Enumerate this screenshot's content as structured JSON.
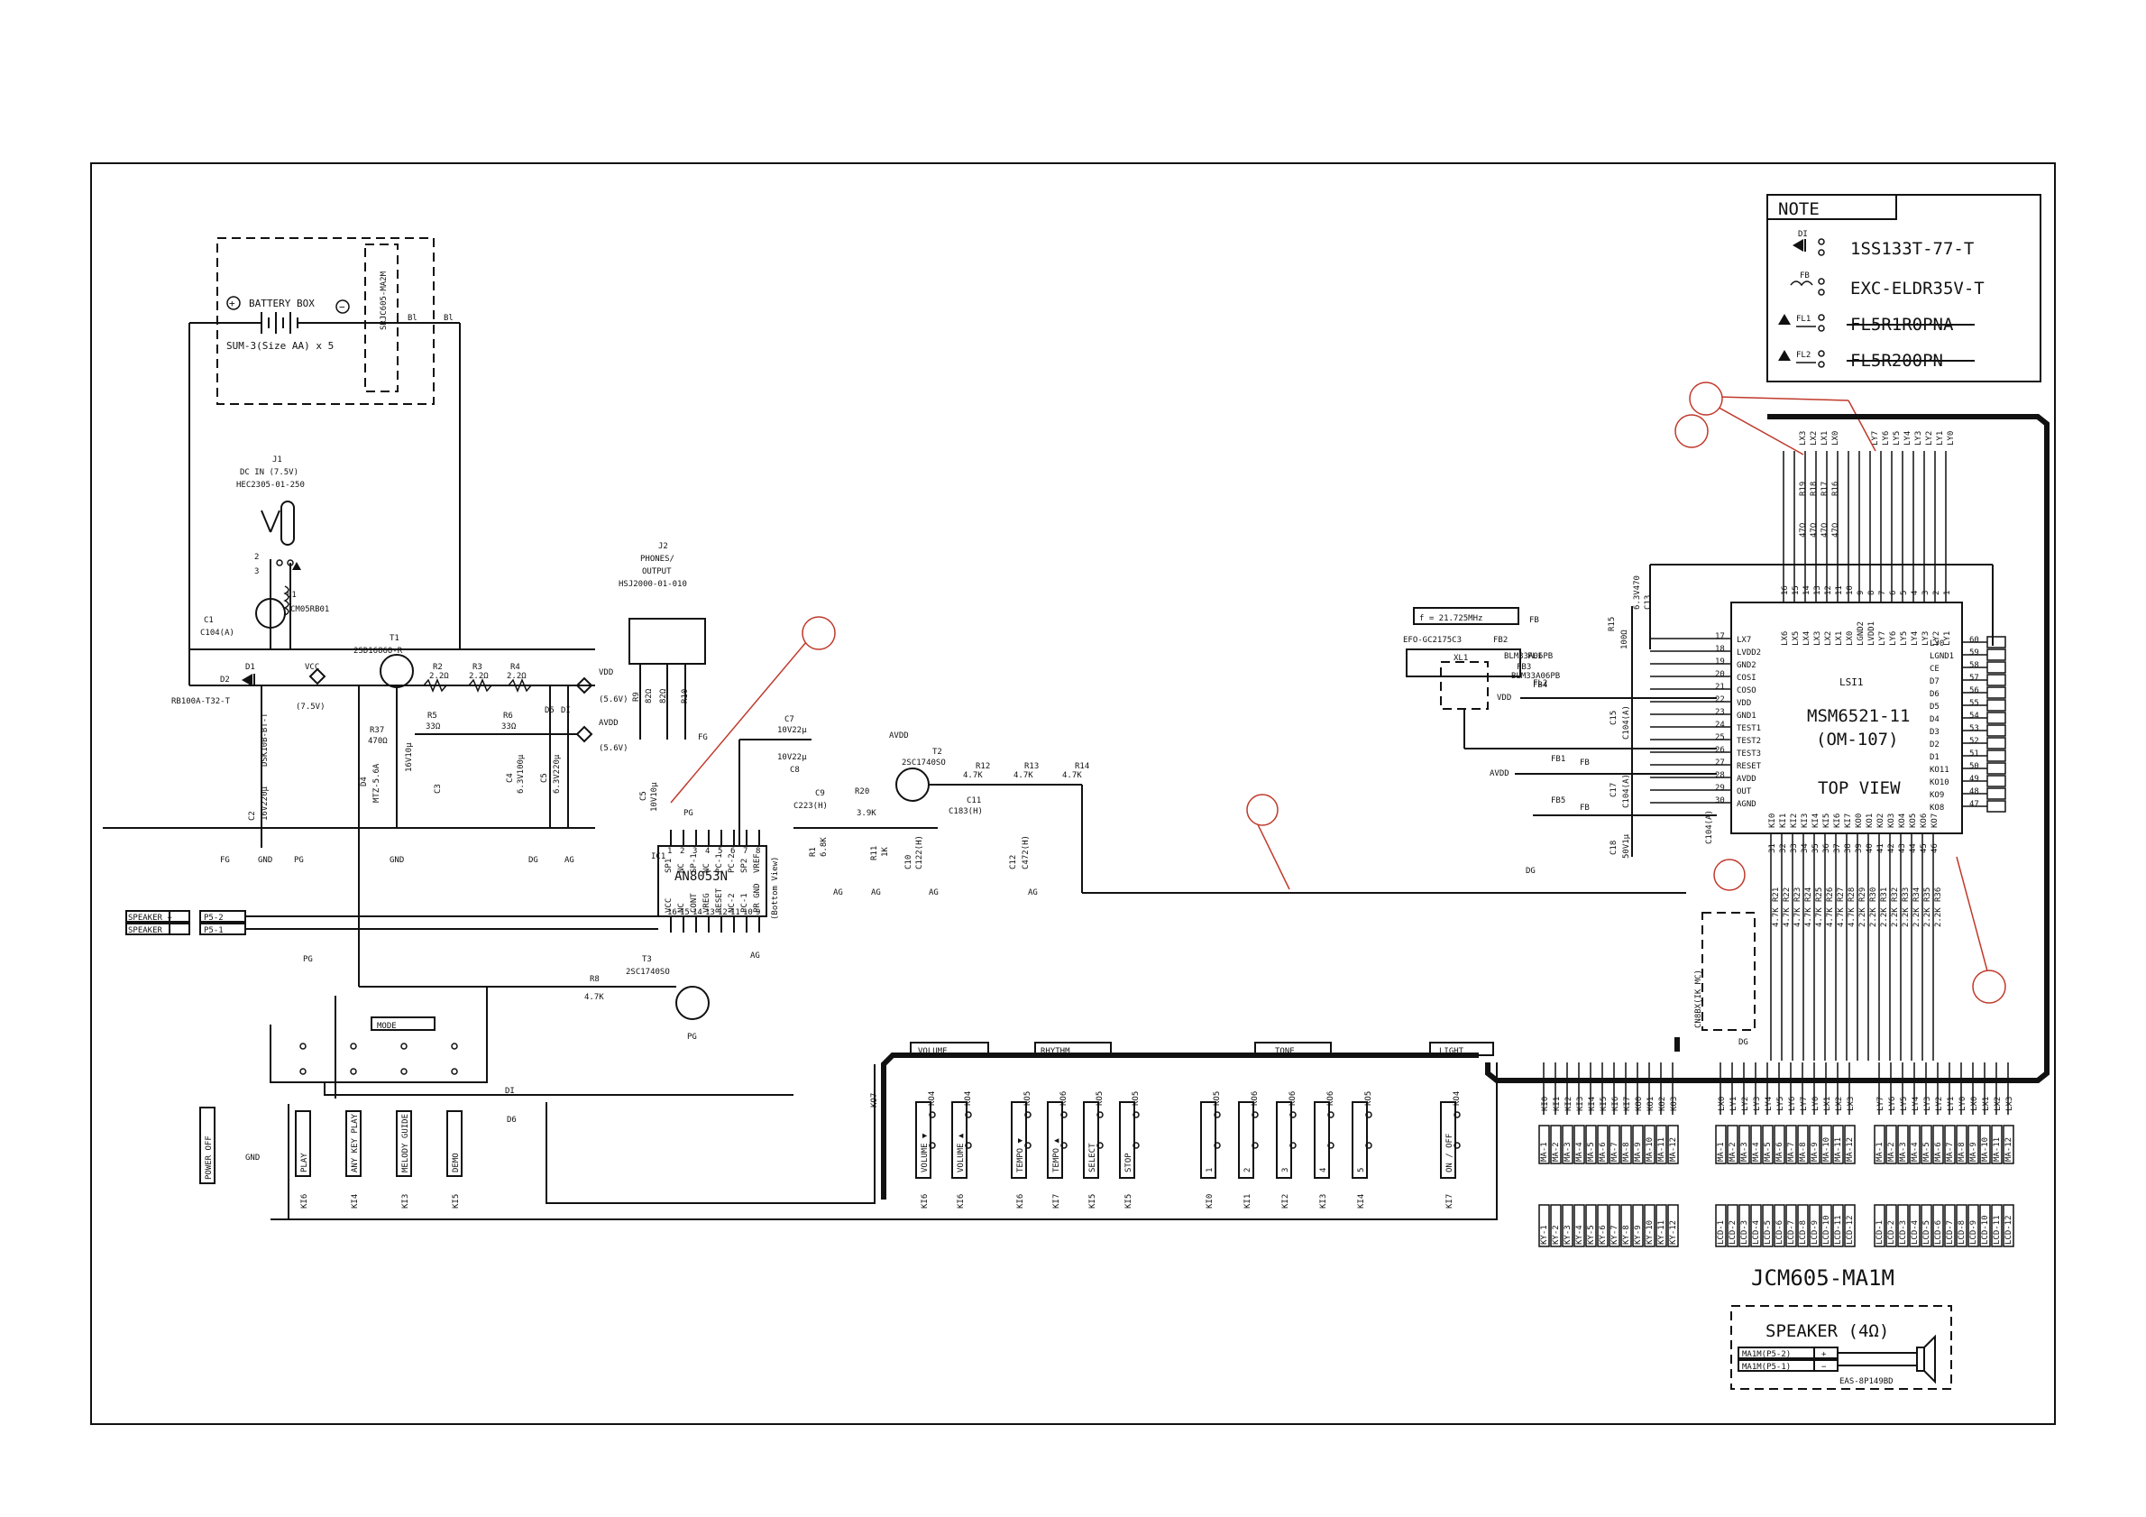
{
  "note": {
    "title": "NOTE",
    "items": [
      {
        "ref": "DI",
        "part": "1SS133T-77-T",
        "struck": false
      },
      {
        "ref": "FB",
        "part": "EXC-ELDR35V-T",
        "struck": false
      },
      {
        "ref": "FL1",
        "part": "FL5R1R0PNA",
        "struck": true
      },
      {
        "ref": "FL2",
        "part": "FL5R200PN",
        "struck": true
      }
    ]
  },
  "battery": {
    "label": "BATTERY BOX",
    "cells": "SUM-3(Size AA) x 5",
    "connector": "SRJC605-MA2M",
    "bl": "Bl"
  },
  "jack_dc": {
    "ref": "J1",
    "name": "DC IN (7.5V)",
    "part": "HEC2305-01-250"
  },
  "coil": {
    "ref": "L1",
    "part": "CM05RB01"
  },
  "jack_phones": {
    "ref": "J2",
    "line1": "PHONES/",
    "line2": "OUTPUT",
    "part": "HSJ2000-01-010"
  },
  "power_section": {
    "c1": "C1",
    "c1_val": "C104(A)",
    "d1": "D1",
    "d2": "D2",
    "diode_part": "RB100A-T32-T",
    "vcc": "VCC",
    "vcc_val": "(7.5V)",
    "t1": "T1",
    "t1_part": "2SD1686O-R",
    "r37": "R37",
    "r37_val": "470Ω",
    "d4": "D4",
    "d4_part": "MTZ-5.6A",
    "c2": "C2",
    "c2_val": "16V220μ",
    "d3_part": "DSK10B-BT-T",
    "c3": "C3",
    "c3_val": "16V10μ",
    "r2": "R2",
    "r3": "R3",
    "r4": "R4",
    "r_val": "2.2Ω",
    "r5": "R5",
    "r6": "R6",
    "r56_val": "33Ω",
    "c4": "C4",
    "c4_val": "6.3V100μ",
    "c5": "C5",
    "c5_val": "6.3V220μ",
    "d5": "D5",
    "d1b": "DI",
    "vdd": "VDD",
    "vdd_val": "(5.6V)",
    "avdd": "AVDD",
    "avdd_val": "(5.6V)"
  },
  "grounds": {
    "fg": "FG",
    "gnd": "GND",
    "pg": "PG",
    "dg": "DG",
    "ag": "AG"
  },
  "amp": {
    "ref": "IC1",
    "part": "AN8053N",
    "view": "(Bottom View)",
    "pins_top": [
      "SP1",
      "NC",
      "SP-1",
      "NC",
      "PC-1",
      "PC-2",
      "SP2",
      "VREF"
    ],
    "pins_bottom": [
      "VCC",
      "NC",
      "CONT",
      "VREG",
      "RESET",
      "NC-2",
      "PC-1",
      "PR GND"
    ],
    "pins_top_num": [
      "1",
      "2",
      "3",
      "4",
      "5",
      "6",
      "7",
      "8"
    ],
    "pins_bottom_num": [
      "16",
      "15",
      "14",
      "13",
      "12",
      "11",
      "10",
      "9"
    ]
  },
  "audio_section": {
    "c5": "C5",
    "c5_val": "10V10μ",
    "c7": "C7",
    "c7_val": "10V22μ",
    "c8": "C8",
    "c8_val": "10V22μ",
    "c9": "C9",
    "c9_val": "C223(H)",
    "r20": "R20",
    "r20_val": "3.9K",
    "r1": "R1",
    "r1_val": "6.8K",
    "r11": "R11",
    "r11_val": "1K",
    "c10": "C10",
    "c10_val": "C122(H)",
    "t2": "T2",
    "t2_part": "2SC1740SO",
    "t2_supply": "AVDD",
    "c11": "C11",
    "c11_val": "C183(H)",
    "r12": "R12",
    "r13": "R13",
    "r14": "R14",
    "r_val": "4.7K",
    "c12": "C12",
    "c12_val": "C472(H)",
    "r9": "R9",
    "r9_val": "82Ω",
    "r10": "R10",
    "r10_val": "82Ω"
  },
  "speaker_conn": {
    "plus": "SPEAKER +",
    "minus": "SPEAKER -",
    "p1": "P5-2",
    "p2": "P5-1"
  },
  "driver": {
    "t3": "T3",
    "t3_part": "2SC1740SO",
    "r8": "R8",
    "r8_val": "4.7K"
  },
  "mcu": {
    "ref": "LSI1",
    "part": "MSM6521-11",
    "code": "(OM-107)",
    "view": "TOP VIEW",
    "left_pins": [
      "LX7",
      "LVDD2",
      "GND2",
      "COSI",
      "COSO",
      "VDD",
      "GND1",
      "TEST1",
      "TEST2",
      "TEST3",
      "RESET",
      "AVDD",
      "OUT",
      "AGND"
    ],
    "left_nums": [
      "17",
      "18",
      "19",
      "20",
      "21",
      "22",
      "23",
      "24",
      "25",
      "26",
      "27",
      "28",
      "29",
      "30"
    ],
    "top_pins": [
      "LX6",
      "LX5",
      "LX4",
      "LX3",
      "LX2",
      "LX1",
      "LX0",
      "LGND2",
      "LVDD1",
      "LY7",
      "LY6",
      "LY5",
      "LY4",
      "LY3",
      "LY2",
      "LY1"
    ],
    "top_nums": [
      "16",
      "15",
      "14",
      "13",
      "12",
      "11",
      "10",
      "9",
      "8",
      "7",
      "6",
      "5",
      "4",
      "3",
      "2",
      "1"
    ],
    "right_pins": [
      "LY0",
      "LGND1",
      "CE",
      "D7",
      "D6",
      "D5",
      "D4",
      "D3",
      "D2",
      "D1",
      "KO11",
      "KO10",
      "KO9",
      "KO8"
    ],
    "right_nums": [
      "60",
      "59",
      "58",
      "57",
      "56",
      "55",
      "54",
      "53",
      "52",
      "51",
      "50",
      "49",
      "48",
      "47"
    ],
    "bottom_pins": [
      "KI0",
      "KI1",
      "KI2",
      "KI3",
      "KI4",
      "KI5",
      "KI6",
      "KI7",
      "KO0",
      "KO1",
      "KO2",
      "KO3",
      "KO4",
      "KO5",
      "KO6",
      "KO7"
    ],
    "bottom_nums": [
      "31",
      "32",
      "33",
      "34",
      "35",
      "36",
      "37",
      "38",
      "39",
      "40",
      "41",
      "42",
      "43",
      "44",
      "45",
      "46"
    ]
  },
  "osc": {
    "freq": "f = 21.725MHz",
    "part": "EFO-GC2175C3",
    "xl": "XL1",
    "fb2": "FB2",
    "fb3": "FB3",
    "fb4": "FB4",
    "fb1": "FB1",
    "fb5": "FB5",
    "fb": "FB",
    "fl": "BLM33A06PB",
    "fl1": "FL1",
    "fl2": "FL2",
    "c13": "C13",
    "r15": "R15",
    "r15_val": "100Ω",
    "c13_val": "6.3V470",
    "c15": "C15",
    "c15_val": "C104(A)",
    "c17": "C17",
    "c17_val": "C104(A)",
    "c18": "C18",
    "c18_val": "50V1μ",
    "c14_val": "C104(A)",
    "vdd": "VDD",
    "avdd": "AVDD"
  },
  "lcd_res": {
    "r_top": [
      "R19",
      "R18",
      "R17",
      "R16"
    ],
    "r_top_val": "47Ω",
    "r_bottom": [
      "R21",
      "R22",
      "R23",
      "R24",
      "R25",
      "R26",
      "R27",
      "R28",
      "R29",
      "R30",
      "R31",
      "R32",
      "R33",
      "R34",
      "R35",
      "R36"
    ],
    "r_bottom_val": [
      "4.7K",
      "4.7K",
      "4.7K",
      "4.7K",
      "4.7K",
      "4.7K",
      "4.7K",
      "4.7K",
      "2.2K",
      "2.2K",
      "2.2K",
      "2.2K",
      "2.2K",
      "2.2K",
      "2.2K",
      "2.2K"
    ],
    "cn_ref": "CN8BX(IK_MC)",
    "dg": "DG"
  },
  "top_right_labels": {
    "left_group": [
      "LX3",
      "LX2",
      "LX1",
      "LX0"
    ],
    "right_group": [
      "LY7",
      "LY6",
      "LY5",
      "LY4",
      "LY3",
      "LY2",
      "LY1",
      "LY0"
    ]
  },
  "key_groups": {
    "mode": "MODE",
    "volume": "VOLUME",
    "rhythm": "RHYTHM",
    "tone": "TONE",
    "light": "LIGHT",
    "power": "POWER OFF",
    "mode_keys": [
      "PLAY",
      "ANY KEY PLAY",
      "MELODY GUIDE",
      "DEMO"
    ],
    "mode_lines": [
      "KI6",
      "KI4",
      "KI3",
      "KI5"
    ],
    "volume_keys": [
      "VOLUME ▼",
      "VOLUME ▲"
    ],
    "volume_ko": [
      "KO4",
      "KO4"
    ],
    "volume_ki": [
      "KI6",
      "KI6"
    ],
    "rhythm_keys": [
      "TEMPO ▼",
      "TEMPO ▲",
      "SELECT",
      "STOP"
    ],
    "rhythm_ko": [
      "KO5",
      "KO6",
      "KO5",
      "KO5"
    ],
    "rhythm_ki": [
      "KI6",
      "KI7",
      "KI5",
      "KI5"
    ],
    "tone_keys": [
      "1",
      "2",
      "3",
      "4",
      "5"
    ],
    "tone_ko": [
      "KO5",
      "KO6",
      "KO6",
      "KO6",
      "KO5"
    ],
    "tone_ki": [
      "KI0",
      "KI1",
      "KI2",
      "KI3",
      "KI4"
    ],
    "light_key": "ON / OFF",
    "light_ko": "KO4",
    "light_ki": "KI7",
    "ko7": "KO7",
    "d6": "D6",
    "di": "DI",
    "gnd": "GND"
  },
  "connectors": {
    "block1_top": [
      "KI0",
      "KI1",
      "KI2",
      "KI3",
      "KI4",
      "KI5",
      "KI6",
      "KI7",
      "KO0",
      "KO1",
      "KO2",
      "KO3"
    ],
    "block1_mid": [
      "MA-1",
      "MA-2",
      "MA-3",
      "MA-4",
      "MA-5",
      "MA-6",
      "MA-7",
      "MA-8",
      "MA-9",
      "MA-10",
      "MA-11",
      "MA-12"
    ],
    "block1_bot": [
      "KY-1",
      "KY-2",
      "KY-3",
      "KY-4",
      "KY-5",
      "KY-6",
      "KY-7",
      "KY-8",
      "KY-9",
      "KY-10",
      "KY-11",
      "KY-12"
    ],
    "block2_top": [
      "LX0",
      "LY1",
      "LY2",
      "LY3",
      "LY4",
      "LY5",
      "LY6",
      "LY7",
      "LY0",
      "LX1",
      "LX2",
      "LX3"
    ],
    "block2_mid": [
      "MA-1",
      "MA-2",
      "MA-3",
      "MA-4",
      "MA-5",
      "MA-6",
      "MA-7",
      "MA-8",
      "MA-9",
      "MA-10",
      "MA-11",
      "MA-12"
    ],
    "block2_bot": [
      "LCD-1",
      "LCD-2",
      "LCD-3",
      "LCD-4",
      "LCD-5",
      "LCD-6",
      "LCD-7",
      "LCD-8",
      "LCD-9",
      "LCD-10",
      "LCD-11",
      "LCD-12"
    ],
    "block3_top": [
      "LY7",
      "LY6",
      "LY5",
      "LY4",
      "LY3",
      "LY2",
      "LY1",
      "LY0",
      "LX0",
      "LX1",
      "LX2",
      "LX3"
    ],
    "block3_mid": [
      "MA-1",
      "MA-2",
      "MA-3",
      "MA-4",
      "MA-5",
      "MA-6",
      "MA-7",
      "MA-8",
      "MA-9",
      "MA-10",
      "MA-11",
      "MA-12"
    ],
    "block3_bot": [
      "LCD-1",
      "LCD-2",
      "LCD-3",
      "LCD-4",
      "LCD-5",
      "LCD-6",
      "LCD-7",
      "LCD-8",
      "LCD-9",
      "LCD-10",
      "LCD-11",
      "LCD-12"
    ]
  },
  "board": "JCM605-MA1M",
  "speaker": {
    "title": "SPEAKER (4Ω)",
    "plus": "MA1M(P5-2)",
    "minus": "MA1M(P5-1)",
    "part": "EAS-8P149BD"
  }
}
